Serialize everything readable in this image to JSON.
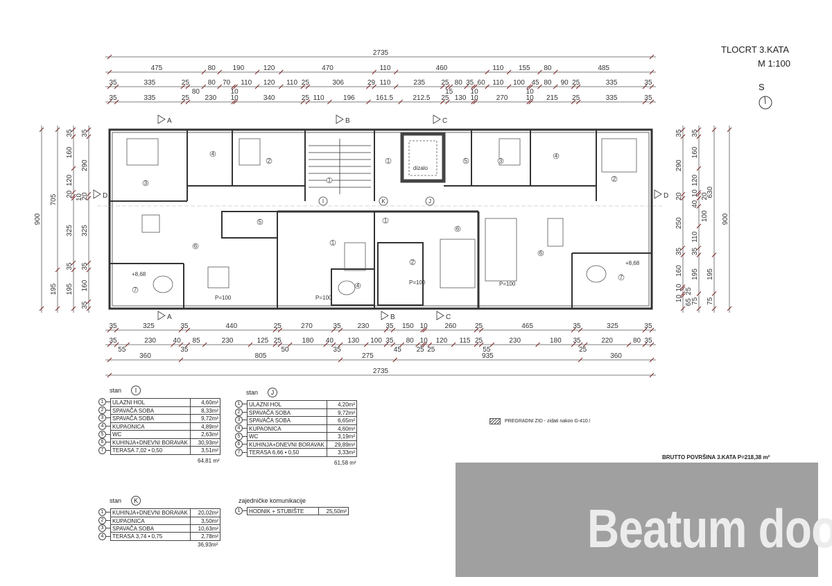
{
  "title": {
    "name": "TLOCRT 3.KATA",
    "scale": "M 1:100",
    "north": "S"
  },
  "dimensions": {
    "top": [
      [
        2735
      ],
      [
        475,
        80,
        190,
        120,
        470,
        110,
        460,
        110,
        155,
        80,
        485
      ],
      [
        35,
        335,
        25,
        80,
        80,
        70,
        10,
        110,
        120,
        110,
        25,
        306,
        29,
        110,
        235,
        25,
        15,
        80,
        35,
        10,
        60,
        110,
        100,
        10,
        45,
        80,
        90,
        25,
        335,
        35
      ],
      [
        35,
        335,
        25,
        230,
        10,
        340,
        25,
        110,
        196,
        161.5,
        212.5,
        25,
        130,
        10,
        270,
        10,
        215,
        25,
        335,
        35
      ]
    ],
    "bottom": [
      [
        35,
        325,
        35,
        440,
        25,
        270,
        35,
        230,
        35,
        150,
        10,
        260,
        25,
        465,
        35,
        325,
        35
      ],
      [
        35,
        55,
        230,
        40,
        35,
        85,
        230,
        125,
        25,
        50,
        180,
        40,
        35,
        130,
        100,
        35,
        45,
        80,
        25,
        10,
        25,
        120,
        115,
        25,
        55,
        230,
        180,
        35,
        25,
        220,
        80,
        35
      ],
      [
        360,
        805,
        275,
        935,
        360
      ],
      [
        2735
      ]
    ],
    "left": [
      [
        900
      ],
      [
        705,
        195
      ],
      [
        35,
        160,
        120,
        20,
        10,
        325,
        35,
        195
      ],
      [
        35,
        290,
        20,
        325,
        35,
        160,
        35
      ]
    ],
    "right": [
      [
        35,
        290,
        20,
        250,
        35,
        160,
        10,
        25,
        10,
        65
      ],
      [
        35,
        160,
        120,
        10,
        20,
        40,
        100,
        110,
        35,
        195,
        75
      ],
      [
        630,
        195,
        75
      ],
      [
        900
      ]
    ]
  },
  "section_markers": [
    "A",
    "B",
    "C",
    "D"
  ],
  "plan": {
    "apartments": [
      "I",
      "J",
      "K"
    ],
    "rooms": [
      "3",
      "4",
      "2",
      "6",
      "5",
      "7",
      "1",
      "1",
      "2",
      "6",
      "4",
      "5",
      "3",
      "4",
      "2",
      "1",
      "6",
      "7",
      "1"
    ],
    "elevator": "dizalo",
    "notes": [
      "P=100",
      "+8,68"
    ]
  },
  "tables": [
    {
      "label": "stan",
      "id": "I",
      "total": "64,81 m²",
      "rows": [
        {
          "n": "1",
          "name": "ULAZNI HOL",
          "area": "4,60m²"
        },
        {
          "n": "2",
          "name": "SPAVAČA SOBA",
          "area": "8,33m²"
        },
        {
          "n": "3",
          "name": "SPAVAČA SOBA",
          "area": "9,72m²"
        },
        {
          "n": "4",
          "name": "KUPAONICA",
          "area": "4,89m²"
        },
        {
          "n": "5",
          "name": "WC",
          "area": "2,63m²"
        },
        {
          "n": "6",
          "name": "KUHINJA+DNEVNI BORAVAK",
          "area": "30,93m²"
        },
        {
          "n": "7",
          "name": "TERASA 7,02 • 0,50",
          "area": "3,51m²"
        }
      ]
    },
    {
      "label": "stan",
      "id": "J",
      "total": "61,58 m²",
      "rows": [
        {
          "n": "1",
          "name": "ULAZNI HOL",
          "area": "4,20m²"
        },
        {
          "n": "2",
          "name": "SPAVAČA SOBA",
          "area": "9,72m²"
        },
        {
          "n": "3",
          "name": "SPAVAČA SOBA",
          "area": "6,65m²"
        },
        {
          "n": "4",
          "name": "KUPAONICA",
          "area": "4,60m²"
        },
        {
          "n": "5",
          "name": "WC",
          "area": "3,19m²"
        },
        {
          "n": "6",
          "name": "KUHINJA+DNEVNI BORAVAK",
          "area": "29,89m²"
        },
        {
          "n": "7",
          "name": "TERASA 6,66 • 0,50",
          "area": "3,33m²"
        }
      ]
    },
    {
      "label": "stan",
      "id": "K",
      "total": "36,93m²",
      "rows": [
        {
          "n": "1",
          "name": "KUHINJA+DNEVNI BORAVAK",
          "area": "20,02m²"
        },
        {
          "n": "2",
          "name": "KUPAONICA",
          "area": "3,50m²"
        },
        {
          "n": "3",
          "name": "SPAVAČA SOBA",
          "area": "10,63m²"
        },
        {
          "n": "4",
          "name": "TERASA 3,74 • 0,75",
          "area": "2,78m²"
        }
      ]
    }
  ],
  "common": {
    "title": "zajedničke komunikacije",
    "rows": [
      {
        "n": "1",
        "name": "HODNIK + STUBIŠTE",
        "area": "25,50m²"
      }
    ]
  },
  "legend": "PREGRADNI ZID - zidati nakon G-410.!",
  "brutto": "BRUTTO POVRŠINA 3.KATA P=218,38 m²",
  "watermark": "Beatum doo"
}
